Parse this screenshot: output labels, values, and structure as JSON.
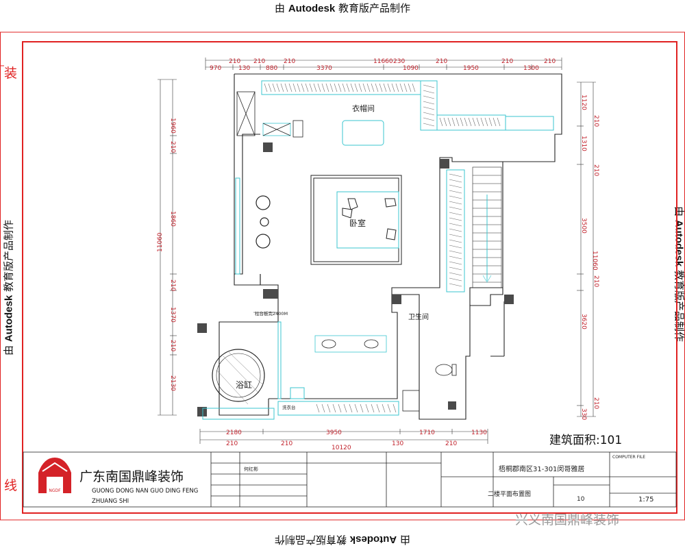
{
  "watermark": {
    "prefix": "由",
    "brand": "Autodesk",
    "suffix": "教育版产品制作"
  },
  "binding_marks": {
    "top": "装",
    "bottom": "线"
  },
  "rooms": {
    "closet": "衣帽间",
    "bedroom": "卧室",
    "bathroom": "卫生间",
    "bathtub": "浴缸",
    "sink_note": "柱台板完2400M",
    "laundry": "洗衣台"
  },
  "dimensions": {
    "top_total": "11660",
    "top_row": [
      "970",
      "210",
      "130",
      "210",
      "880",
      "210",
      "3370",
      "230",
      "1090",
      "210",
      "1950",
      "210",
      "1300",
      "210"
    ],
    "bottom_total": "10120",
    "bottom_row": [
      "2180",
      "3950",
      "1710",
      "1130"
    ],
    "bottom_row2": [
      "210",
      "210",
      "130",
      "210"
    ],
    "left_total": "11060",
    "left_column": [
      "1960",
      "210",
      "1860",
      "210",
      "1370",
      "210",
      "2130"
    ],
    "right_total": "11060",
    "right_column": [
      "1120",
      "210",
      "1310",
      "210",
      "3500",
      "210",
      "3620",
      "210",
      "330"
    ]
  },
  "area_label": "建筑面积:101",
  "company": {
    "name_cn": "广东南国鼎峰装饰",
    "name_en": "GUONG DONG NAN GUO DING FENG ZHUANG SHI",
    "logo_text": "NGDF"
  },
  "title_block": {
    "project_value": "梧桐郡南区31-301闵哥雅居",
    "drawing_title": "二楼平面布置图",
    "scale": "1:75",
    "page_no": "10",
    "designer": "何红彬",
    "computer_file": "COMPUTER FILE"
  },
  "wechat_caption": "兴义南国鼎峰装饰"
}
